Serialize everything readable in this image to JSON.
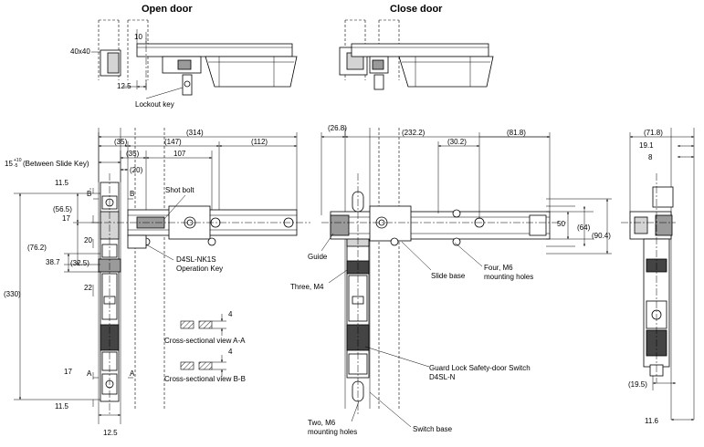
{
  "headings": {
    "open_door": "Open door",
    "close_door": "Close door"
  },
  "labels": {
    "lockout_key": "Lockout key",
    "shot_bolt": "Shot bolt",
    "operation_key_model": "D4SL-NK1S",
    "operation_key": "Operation Key",
    "section_a": "Cross-sectional view A-A",
    "section_b": "Cross-sectional view B-B",
    "guide": "Guide",
    "three_m4": "Three, M4",
    "slide_base": "Slide base",
    "four_m6_line1": "Four, M6",
    "four_m6_line2": "mounting holes",
    "guard_lock_line1": "Guard Lock Safety-door Switch",
    "guard_lock_line2": "D4SL-N",
    "two_m6_line1": "Two, M6",
    "two_m6_line2": "mounting holes",
    "switch_base": "Switch base",
    "between_slide_key": "(Between Slide Key)",
    "mark_a": "A",
    "mark_b": "B"
  },
  "dimensions": {
    "top_40x40": "40x40",
    "top_10": "10",
    "top_12_5": "12.5",
    "d_314": "(314)",
    "d_35_top": "(35)",
    "d_147": "(147)",
    "d_112": "(112)",
    "d_15": "15",
    "d_15_tol_upper": "+10",
    "d_15_tol_lower": "-5",
    "d_35_mid": "(35)",
    "d_107": "107",
    "d_20_horiz": "(20)",
    "d_11_5_top": "11.5",
    "d_56_5": "(56.5)",
    "d_17_top": "17",
    "d_76_2": "(76.2)",
    "d_20_vert": "20",
    "d_38_7": "38.7",
    "d_32_5": "(32.5)",
    "d_330": "(330)",
    "d_22": "22",
    "d_17_bottom": "17",
    "d_11_5_bottom": "11.5",
    "d_12_5_bottom": "12.5",
    "sec_4_a": "4",
    "sec_4_b": "4",
    "d_26_8": "(26.8)",
    "d_232_2": "(232.2)",
    "d_30_2": "(30.2)",
    "d_81_8": "(81.8)",
    "d_50": "50",
    "d_64": "(64)",
    "d_90_4": "(90.4)",
    "d_71_8": "(71.8)",
    "d_19_1": "19.1",
    "d_8": "8",
    "d_19_5": "(19.5)",
    "d_11_6": "11.6"
  }
}
